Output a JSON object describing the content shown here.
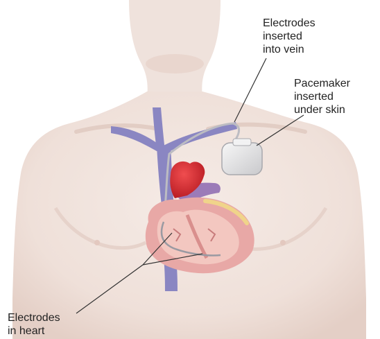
{
  "labels": {
    "electrodes_vein": [
      "Electrodes",
      "inserted",
      "into vein"
    ],
    "pacemaker": [
      "Pacemaker",
      "inserted",
      "under skin"
    ],
    "electrodes_heart": [
      "Electrodes",
      "in heart"
    ]
  },
  "colors": {
    "skin": "#f1e4de",
    "skin_shadow": "#e4cfc6",
    "vein": "#8a86c2",
    "heart_muscle": "#e8a8a6",
    "heart_inner": "#f3c7c0",
    "aorta": "#d9262c",
    "pulmonary": "#9b7bb8",
    "pacemaker_device": "#e9e9ea",
    "leader_line": "#333333"
  }
}
